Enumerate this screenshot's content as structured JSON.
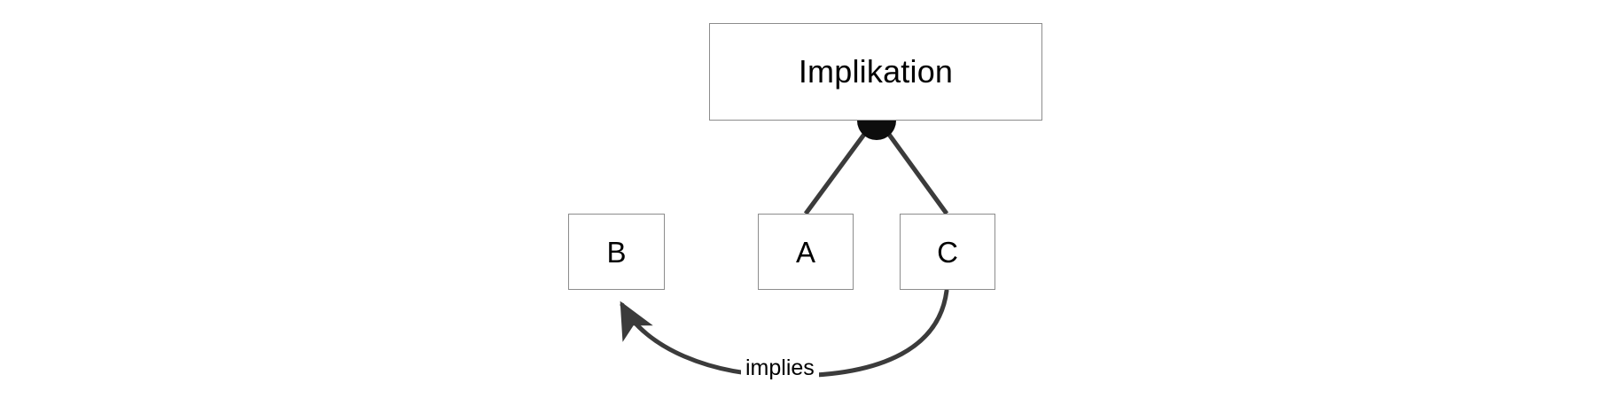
{
  "diagram": {
    "title_node": {
      "label": "Implikation"
    },
    "nodes": [
      {
        "id": "b",
        "label": "B"
      },
      {
        "id": "a",
        "label": "A"
      },
      {
        "id": "c",
        "label": "C"
      }
    ],
    "junction": {
      "name": "xor-junction",
      "style": "filled-black-circle"
    },
    "edges": [
      {
        "from": "Implikation",
        "to": "A",
        "label": "",
        "style": "straight-line"
      },
      {
        "from": "Implikation",
        "to": "C",
        "label": "",
        "style": "straight-line"
      },
      {
        "from": "C",
        "to": "B",
        "label": "implies",
        "style": "curved-arrow"
      }
    ],
    "colors": {
      "background": "#ffffff",
      "box_border": "#8c8c8c",
      "text": "#000000",
      "edge_stroke": "#3b3b3b",
      "junction_fill": "#0d0d0d"
    }
  }
}
